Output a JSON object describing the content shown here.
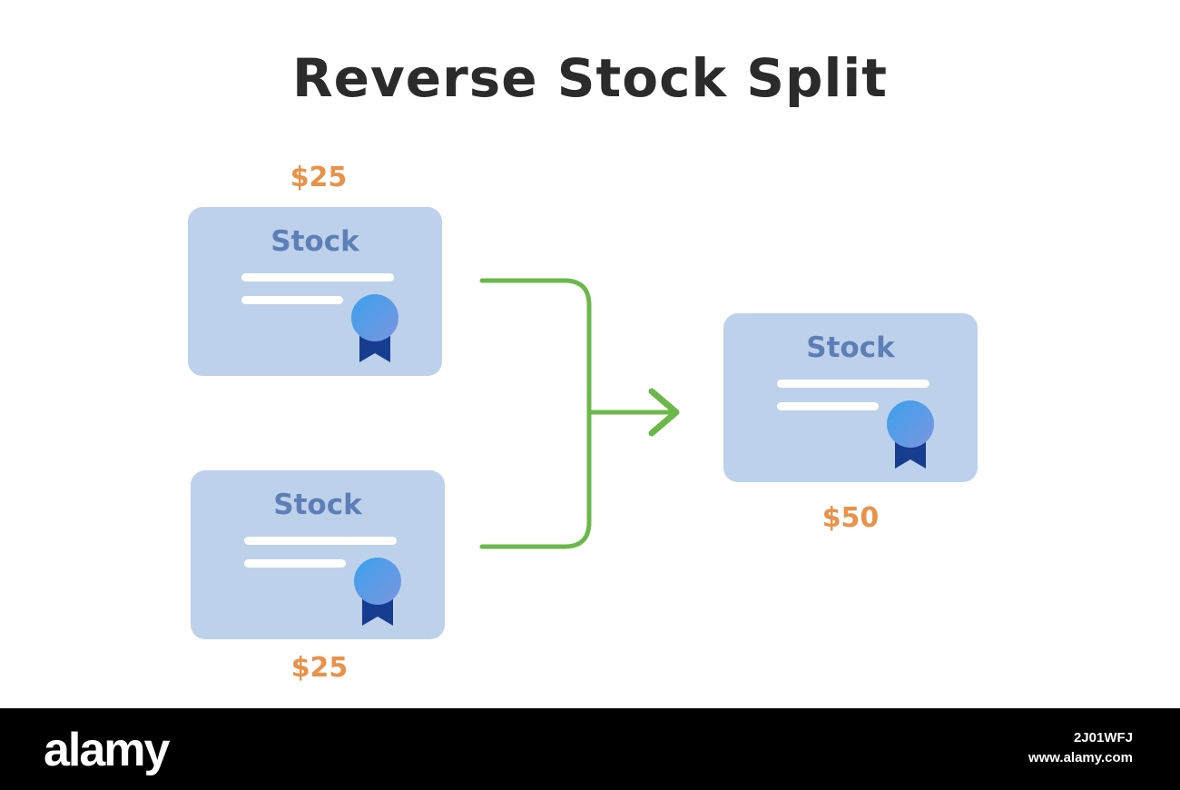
{
  "title": "Reverse Stock Split",
  "colors": {
    "card": "#bed1ea",
    "card_label": "#5d7fb8",
    "price": "#e8924a",
    "arrow": "#6bb84a",
    "seal_top": "#3aa1ec",
    "seal_bottom": "#7b95e0",
    "ribbon": "#163d8f"
  },
  "inputs": [
    {
      "label": "Stock",
      "price": "$25"
    },
    {
      "label": "Stock",
      "price": "$25"
    }
  ],
  "output": {
    "label": "Stock",
    "price": "$50"
  },
  "icons": [
    "certificate-icon",
    "seal-icon",
    "ribbon-icon",
    "merge-arrow-icon"
  ],
  "footer": {
    "logo": "alamy",
    "image_id": "2J01WFJ",
    "site": "www.alamy.com"
  }
}
